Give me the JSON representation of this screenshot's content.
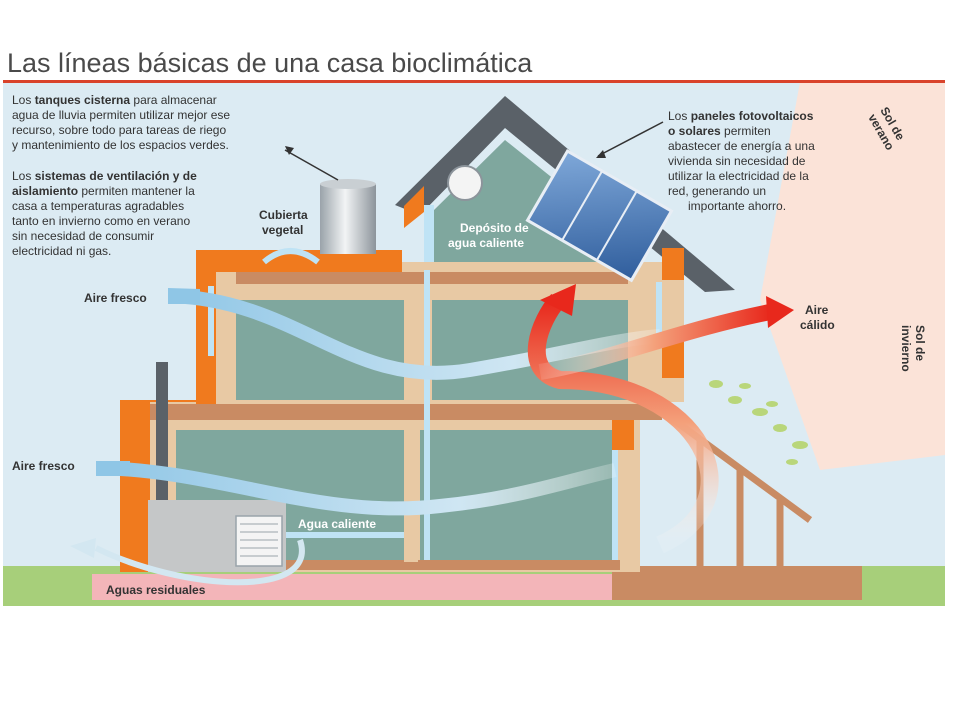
{
  "title": "Las líneas básicas de una casa bioclimática",
  "colors": {
    "sky": "#dcebf3",
    "sun_band": "#fbe3d8",
    "title_rule": "#d9432b",
    "wall_orange": "#f07a1e",
    "structure_beige": "#e8c9a4",
    "roof_gray": "#5a6168",
    "room_green": "#7fa79e",
    "fresh_air": "#8fc6e6",
    "warm_air": "#e8281c",
    "water_pipe": "#bfe3f5",
    "ground": "#a7cf7a",
    "pink_base": "#f3b5b9",
    "solar_panel": "#4a78b8"
  },
  "notes": {
    "tanks": {
      "line1_pre": "Los ",
      "line1_bold": "tanques cisterna",
      "line1_post": " para almacenar",
      "line2": "agua de lluvia permiten utilizar mejor ese",
      "line3": "recurso, sobre todo para tareas de riego",
      "line4": "y mantenimiento de los espacios verdes."
    },
    "ventilation": {
      "line1_pre": "Los ",
      "line1_bold": "sistemas de ventilación y de",
      "line2_bold": "aislamiento",
      "line2_post": " permiten mantener la",
      "line3": "casa a temperaturas agradables",
      "line4": "tanto en invierno como en verano",
      "line5": "sin necesidad de consumir",
      "line6": "electricidad ni gas."
    },
    "solar": {
      "line1_pre": "Los ",
      "line1_bold": "paneles fotovoltaicos",
      "line2_bold": "o solares",
      "line2_post": " permiten",
      "line3": "abastecer de energía a una",
      "line4": "vivienda sin necesidad de",
      "line5": "utilizar la electricidad de la",
      "line6": "red, generando un",
      "line7": "importante ahorro."
    }
  },
  "labels": {
    "cubierta_1": "Cubierta",
    "cubierta_2": "vegetal",
    "deposito_1": "Depósito de",
    "deposito_2": "agua caliente",
    "aire_fresco_top": "Aire fresco",
    "aire_fresco_bottom": "Aire fresco",
    "aire_calido_1": "Aire",
    "aire_calido_2": "cálido",
    "agua_caliente": "Agua caliente",
    "aguas_residuales": "Aguas residuales",
    "sol_verano_1": "Sol de",
    "sol_verano_2": "verano",
    "sol_invierno_1": "Sol de",
    "sol_invierno_2": "invierno"
  }
}
